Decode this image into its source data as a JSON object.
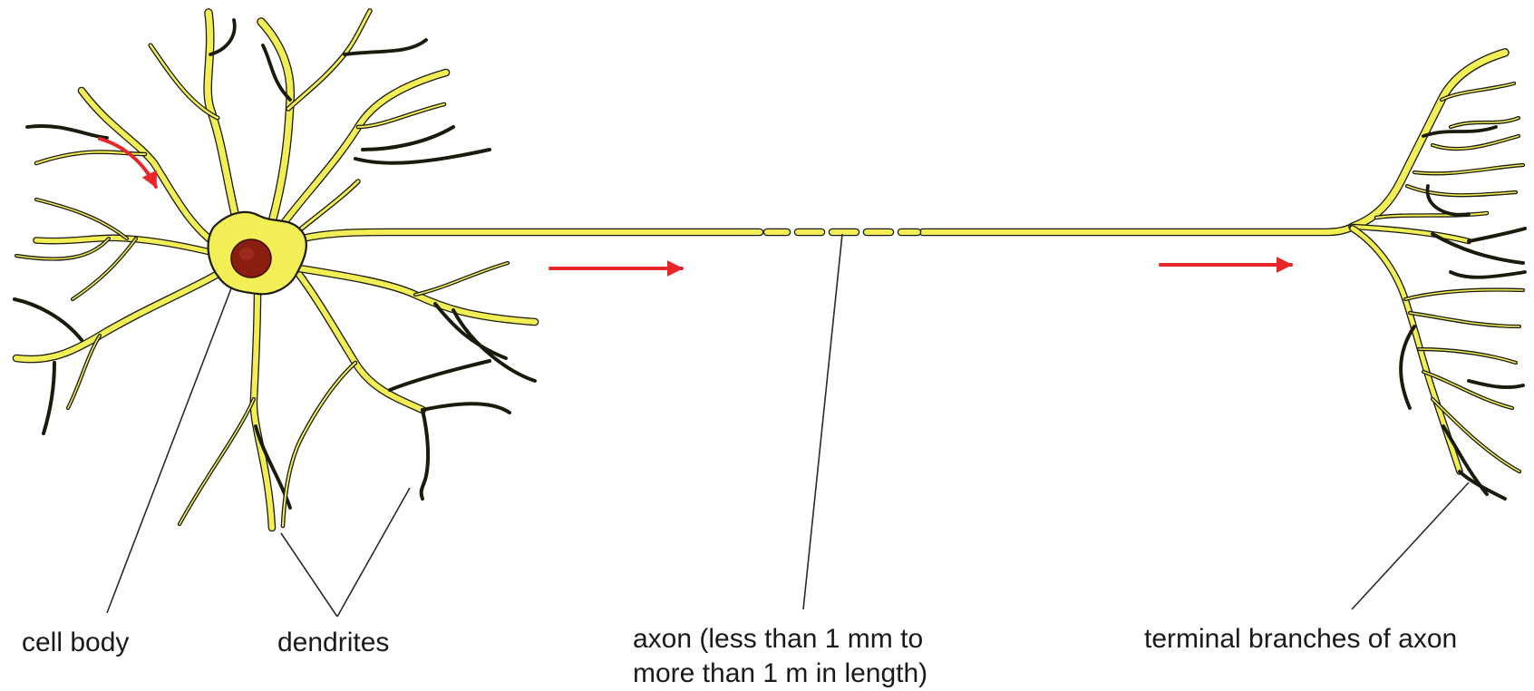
{
  "labels": {
    "cell_body": "cell body",
    "dendrites": "dendrites",
    "axon_line1": "axon (less than 1 mm to",
    "axon_line2": "more than 1 m in length)",
    "terminal_branches": "terminal branches of axon"
  },
  "colors": {
    "cytoplasm": "#f2ee55",
    "membrane_outline": "#1b1b0c",
    "nucleus": "#8a1e10",
    "signal_arrow": "#e8262a"
  },
  "icons": {
    "signal_direction": "red-arrow-icon"
  }
}
